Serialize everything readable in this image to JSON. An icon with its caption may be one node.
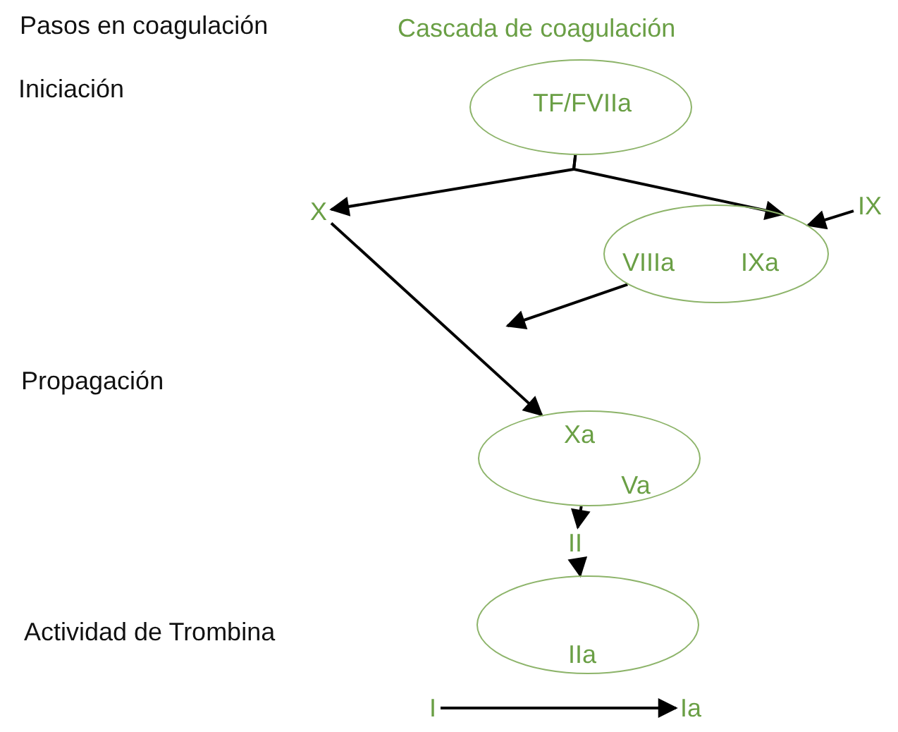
{
  "diagram": {
    "title": "Cascada de coagulación",
    "nodes": [
      {
        "text": [
          "TF/FVIIa"
        ]
      },
      {
        "text": [
          "X"
        ]
      },
      {
        "text": [
          "VIIIa",
          "IXa"
        ]
      },
      {
        "text": [
          "IX"
        ]
      },
      {
        "text": [
          "Xa",
          "Va"
        ]
      },
      {
        "text": [
          "II"
        ]
      },
      {
        "text": [
          "IIa"
        ]
      },
      {
        "text": [
          "I"
        ]
      },
      {
        "text": [
          "Ia"
        ]
      }
    ],
    "edges": [
      {
        "from": 0,
        "to": 1,
        "arrow": "to"
      },
      {
        "from": 0,
        "to": 2,
        "arrow": "to"
      },
      {
        "from": 3,
        "to": 2,
        "arrow": "to"
      },
      {
        "from": 2,
        "to": null,
        "arrow": "to"
      },
      {
        "from": 1,
        "to": 4,
        "arrow": "to"
      },
      {
        "from": 4,
        "to": 5,
        "arrow": "to"
      },
      {
        "from": 5,
        "to": 6,
        "arrow": "to"
      },
      {
        "from": 7,
        "to": 8,
        "arrow": "to"
      }
    ],
    "labels": [
      "Pasos en coagulación",
      "Iniciación",
      "Propagación",
      "Actividad de Trombina"
    ]
  }
}
